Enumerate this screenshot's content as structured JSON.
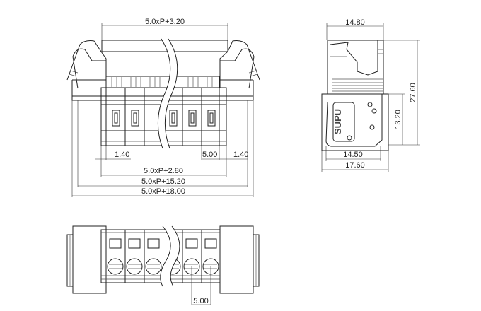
{
  "front_view": {
    "dims": {
      "top": "5.0xP+3.20",
      "left_offset": "1.40",
      "pitch": "5.00",
      "right_offset": "1.40",
      "inner": "5.0xP+2.80",
      "mid": "5.0xP+15.20",
      "overall": "5.0xP+18.00"
    }
  },
  "side_view": {
    "logo": "SUPU",
    "dims": {
      "top_width": "14.80",
      "total_height": "27.60",
      "lower_height": "13.20",
      "inner_width": "14.50",
      "overall_width": "17.60"
    }
  },
  "bottom_view": {
    "dims": {
      "pitch": "5.00"
    }
  }
}
